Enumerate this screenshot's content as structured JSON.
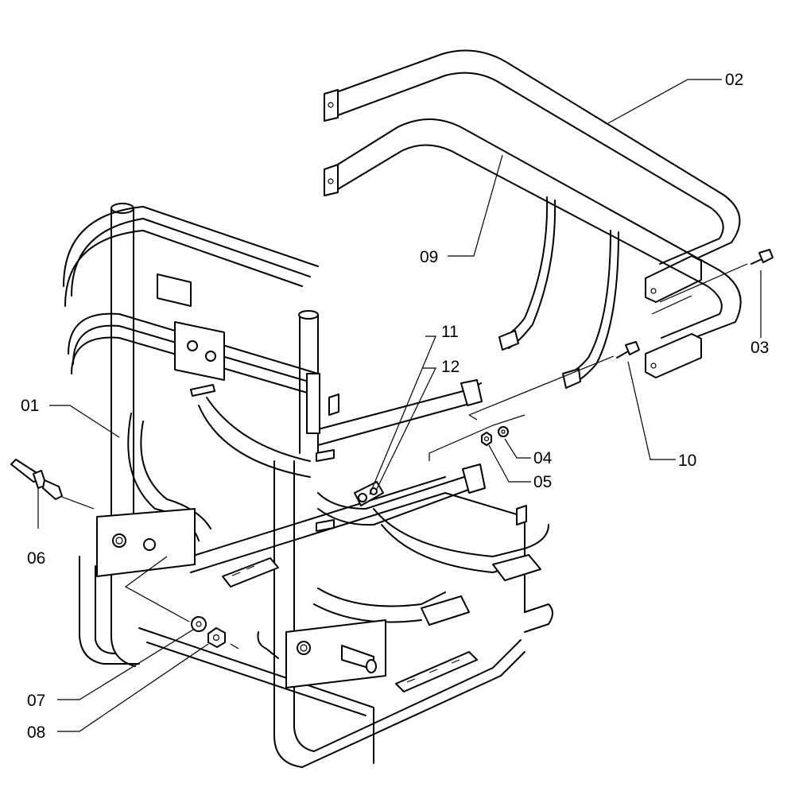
{
  "callouts": {
    "c01": "01",
    "c02": "02",
    "c03": "03",
    "c04": "04",
    "c05": "05",
    "c06": "06",
    "c07": "07",
    "c08": "08",
    "c09": "09",
    "c10": "10",
    "c11": "11",
    "c12": "12"
  }
}
